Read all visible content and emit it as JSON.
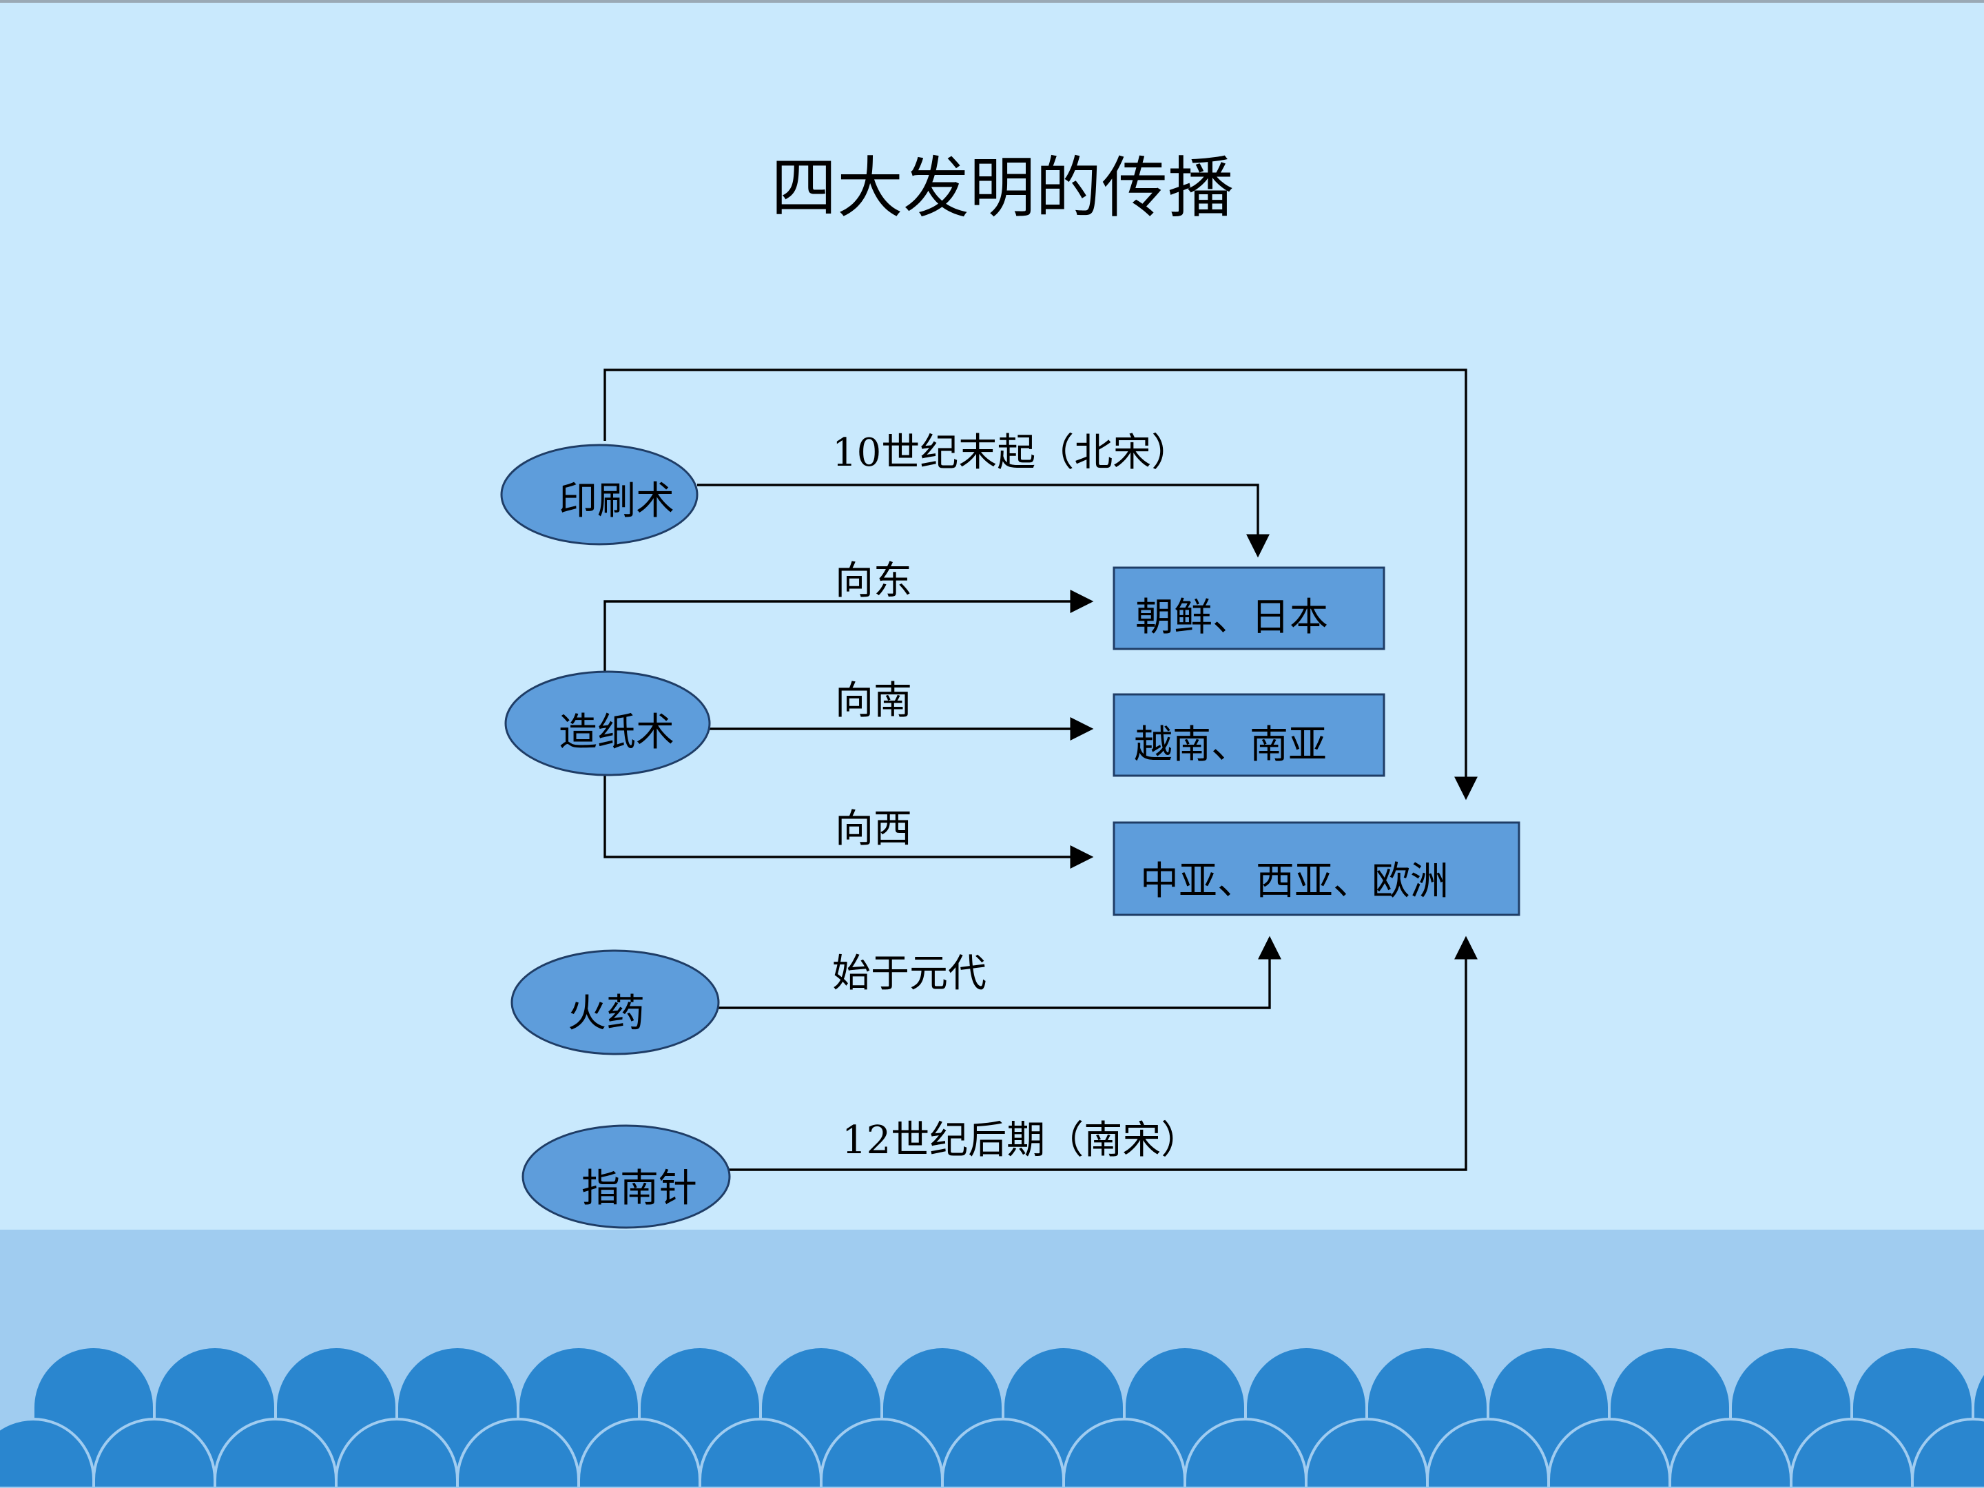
{
  "title": "四大发明的传播",
  "colors": {
    "background": "#c9e9fd",
    "band": "#a0ccf0",
    "wave": "#2a86cf",
    "node_fill": "#5e9ddb",
    "node_stroke": "#1f3d66"
  },
  "inventions": {
    "printing": "印刷术",
    "paper": "造纸术",
    "gunpowder": "火药",
    "compass": "指南针"
  },
  "destinations": {
    "korea_japan": "朝鲜、日本",
    "vietnam_south_asia": "越南、南亚",
    "central_west_europe": "中亚、西亚、欧洲"
  },
  "routes": {
    "printing_label": "10世纪末起（北宋）",
    "paper_east": "向东",
    "paper_south": "向南",
    "paper_west": "向西",
    "gunpowder_label": "始于元代",
    "compass_label": "12世纪后期（南宋）"
  }
}
